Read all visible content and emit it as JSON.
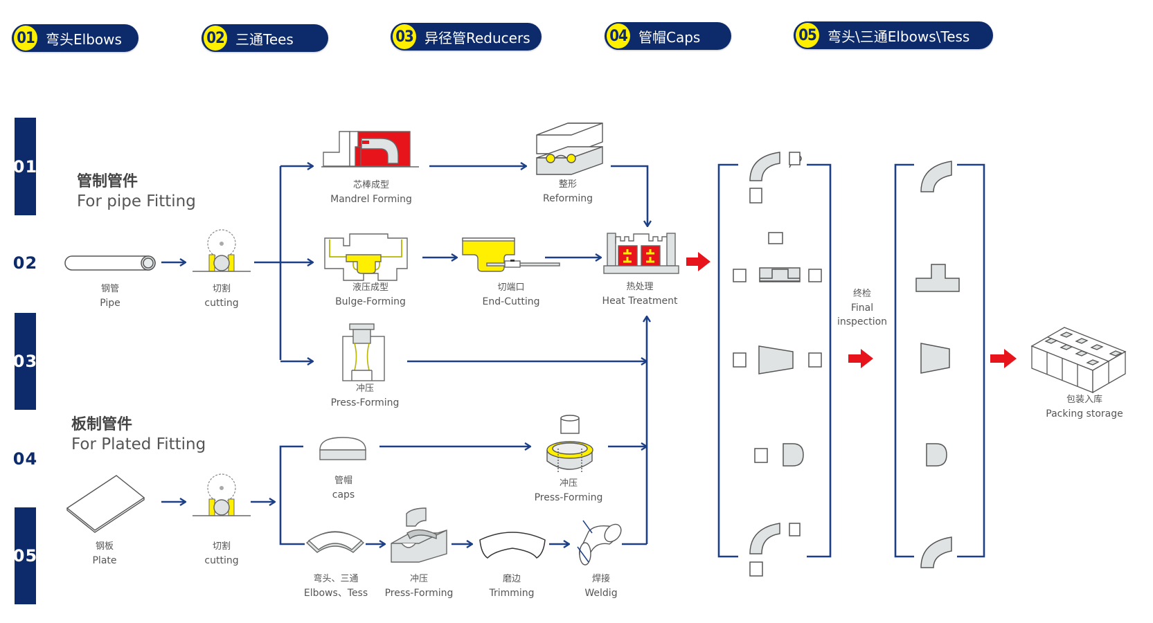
{
  "categories": [
    {
      "num": "01",
      "label": "弯头Elbows"
    },
    {
      "num": "02",
      "label": "三通Tees"
    },
    {
      "num": "03",
      "label": "异径管Reducers"
    },
    {
      "num": "04",
      "label": "管帽Caps"
    },
    {
      "num": "05",
      "label": "弯头\\三通Elbows\\Tess"
    }
  ],
  "side_tabs": [
    "01",
    "02",
    "03",
    "04",
    "05"
  ],
  "sections": {
    "pipe": {
      "cn": "管制管件",
      "en": "For pipe Fitting"
    },
    "plate": {
      "cn": "板制管件",
      "en": "For Plated Fitting"
    }
  },
  "steps": {
    "pipe": {
      "cn": "钢管",
      "en": "Pipe"
    },
    "pipe_cutting": {
      "cn": "切割",
      "en": "cutting"
    },
    "mandrel_forming": {
      "cn": "芯棒成型",
      "en": "Mandrel Forming"
    },
    "reforming": {
      "cn": "整形",
      "en": "Reforming"
    },
    "bulge_forming": {
      "cn": "液压成型",
      "en": "Bulge-Forming"
    },
    "end_cutting": {
      "cn": "切端口",
      "en": "End-Cutting"
    },
    "heat_treatment": {
      "cn": "热处理",
      "en": "Heat Treatment"
    },
    "press_forming_reducer": {
      "cn": "冲压",
      "en": "Press-Forming"
    },
    "plate": {
      "cn": "钢板",
      "en": "Plate"
    },
    "plate_cutting": {
      "cn": "切割",
      "en": "cutting"
    },
    "caps": {
      "cn": "管帽",
      "en": "caps"
    },
    "press_forming_caps": {
      "cn": "冲压",
      "en": "Press-Forming"
    },
    "elbows_tees": {
      "cn": "弯头、三通",
      "en": "Elbows、Tess"
    },
    "press_forming_elbows": {
      "cn": "冲压",
      "en": "Press-Forming"
    },
    "trimming": {
      "cn": "磨边",
      "en": "Trimming"
    },
    "welding": {
      "cn": "焊接",
      "en": "Weldig"
    },
    "final_inspection": {
      "cn": "终检",
      "en1": "Final",
      "en2": "inspection"
    },
    "packing": {
      "cn": "包装入库",
      "en": "Packing storage"
    }
  },
  "colors": {
    "navy": "#0d2a6b",
    "arrow_blue": "#1d3f86",
    "yellow": "#ffef00",
    "red": "#e8141b",
    "part_gray": "#dfe3e3"
  }
}
